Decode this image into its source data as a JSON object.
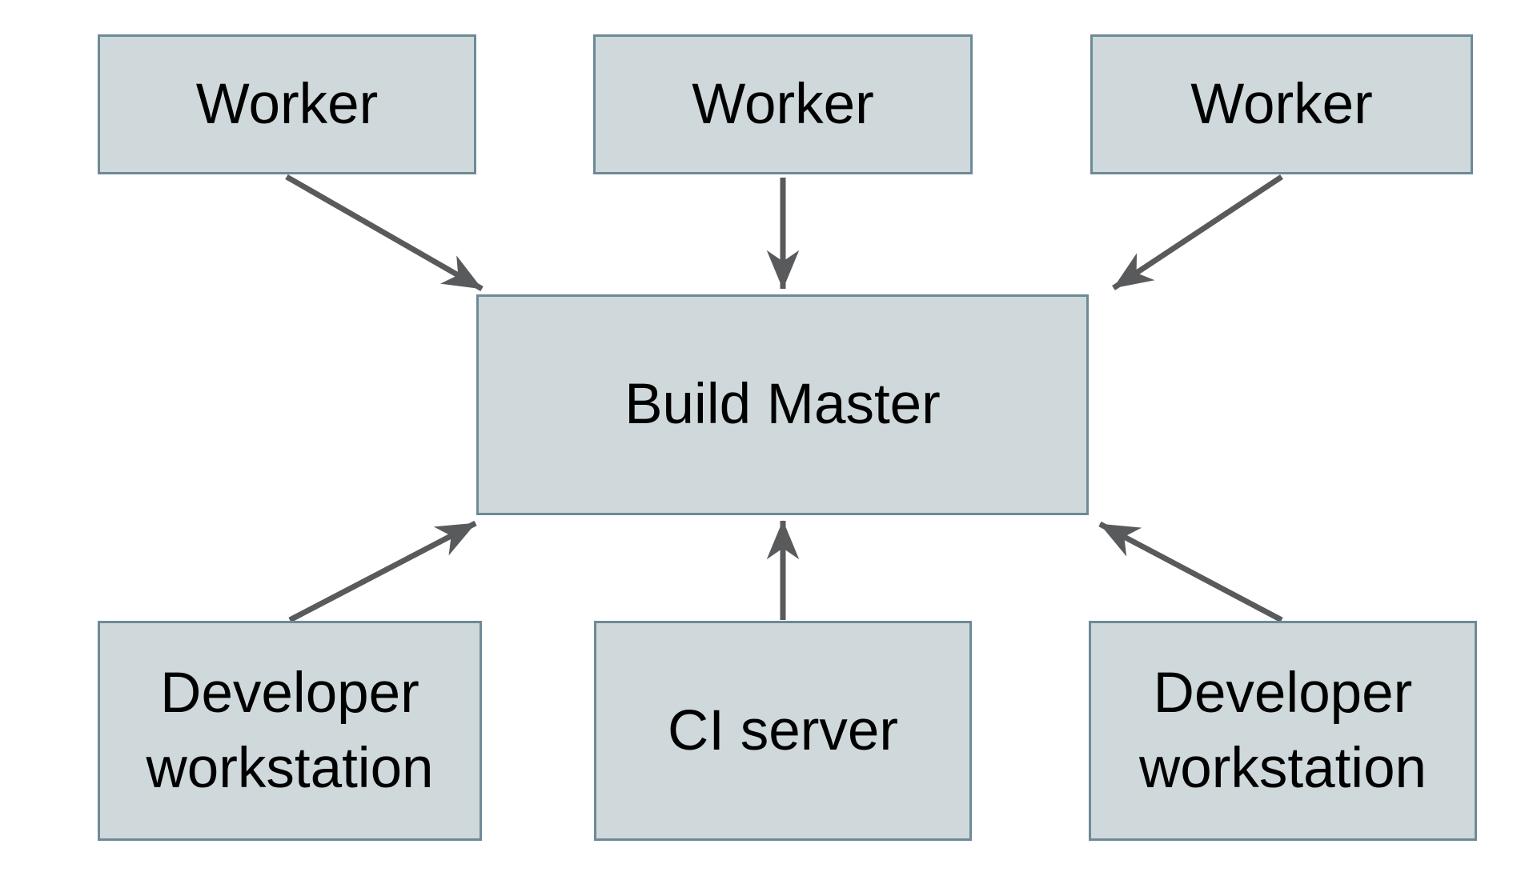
{
  "diagram": {
    "colors": {
      "node_fill": "#cfd8da",
      "node_border": "#6e8a98",
      "arrow": "#585a5c",
      "text": "#000000",
      "background": "#ffffff"
    },
    "nodes": [
      {
        "id": "worker-1",
        "label": "Worker"
      },
      {
        "id": "worker-2",
        "label": "Worker"
      },
      {
        "id": "worker-3",
        "label": "Worker"
      },
      {
        "id": "build-master",
        "label": "Build Master"
      },
      {
        "id": "developer-workstation-left",
        "label": "Developer workstation"
      },
      {
        "id": "ci-server",
        "label": "CI server"
      },
      {
        "id": "developer-workstation-right",
        "label": "Developer workstation"
      }
    ],
    "edges": [
      {
        "from": "worker-1",
        "to": "build-master"
      },
      {
        "from": "worker-2",
        "to": "build-master"
      },
      {
        "from": "worker-3",
        "to": "build-master"
      },
      {
        "from": "developer-workstation-left",
        "to": "build-master"
      },
      {
        "from": "ci-server",
        "to": "build-master"
      },
      {
        "from": "developer-workstation-right",
        "to": "build-master"
      }
    ]
  }
}
